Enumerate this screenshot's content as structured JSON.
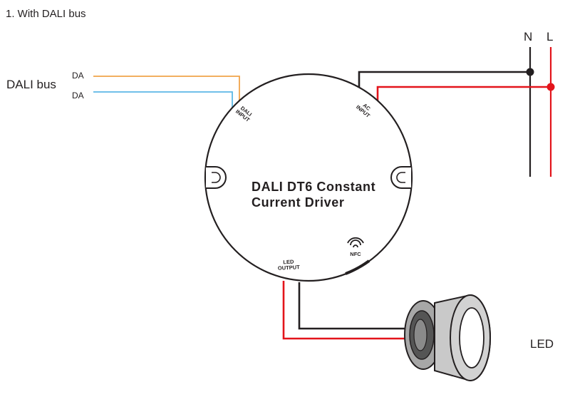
{
  "heading": "1. With DALI bus",
  "dali_bus": {
    "label": "DALI bus",
    "line1": "DA",
    "line2": "DA"
  },
  "mains": {
    "neutral": "N",
    "live": "L"
  },
  "driver": {
    "title_line1": "DALI DT6 Constant",
    "title_line2": "Current Driver",
    "dali_input_l1": "DALI",
    "dali_input_l2": "INPUT",
    "ac_input_l1": "AC",
    "ac_input_l2": "INPUT",
    "led_output_l1": "LED",
    "led_output_l2": "OUTPUT",
    "nfc": "NFC"
  },
  "led_label": "LED",
  "colors": {
    "dali_wire_1": "#f0a44a",
    "dali_wire_2": "#5cb8e6",
    "neutral_wire": "#231f20",
    "live_wire": "#e3141b"
  }
}
